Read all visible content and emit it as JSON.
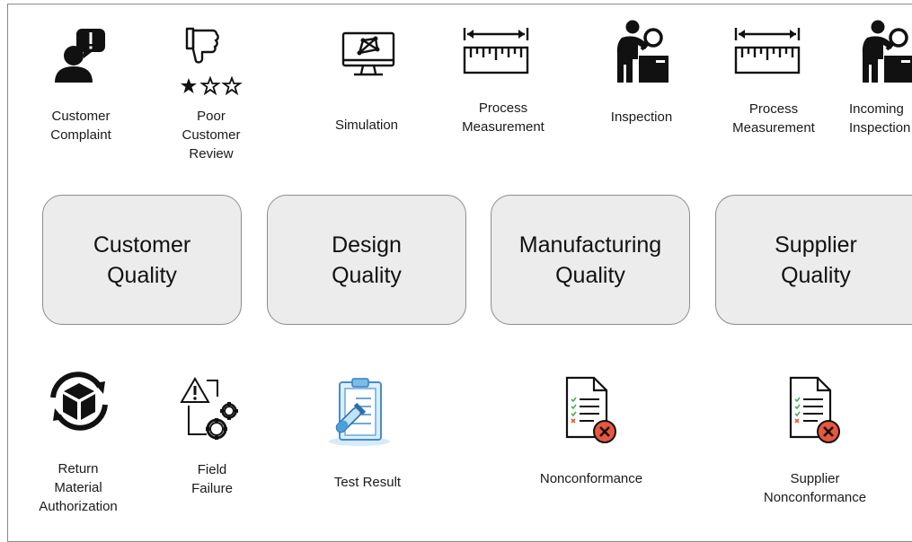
{
  "top_items": [
    {
      "label": "Customer\nComplaint",
      "icon": "customer-complaint-icon"
    },
    {
      "label": "Poor\nCustomer\nReview",
      "icon": "thumbs-down-rating-icon"
    },
    {
      "label": "Simulation",
      "icon": "simulation-monitor-icon"
    },
    {
      "label": "Process\nMeasurement",
      "icon": "ruler-measurement-icon"
    },
    {
      "label": "Inspection",
      "icon": "inspector-magnifier-icon"
    },
    {
      "label": "Process\nMeasurement",
      "icon": "ruler-measurement-icon"
    },
    {
      "label": "Incoming\nInspection",
      "icon": "inspector-magnifier-icon"
    }
  ],
  "categories": [
    {
      "label": "Customer\nQuality"
    },
    {
      "label": "Design\nQuality"
    },
    {
      "label": "Manufacturing\nQuality"
    },
    {
      "label": "Supplier\nQuality"
    }
  ],
  "bottom_items": [
    {
      "label": "Return\nMaterial\nAuthorization",
      "icon": "return-package-cycle-icon"
    },
    {
      "label": "Field\nFailure",
      "icon": "warning-gears-icon"
    },
    {
      "label": "Test Result",
      "icon": "clipboard-test-tube-icon"
    },
    {
      "label": "Nonconformance",
      "icon": "rejected-document-icon"
    },
    {
      "label": "Supplier\nNonconformance",
      "icon": "rejected-document-icon"
    }
  ]
}
